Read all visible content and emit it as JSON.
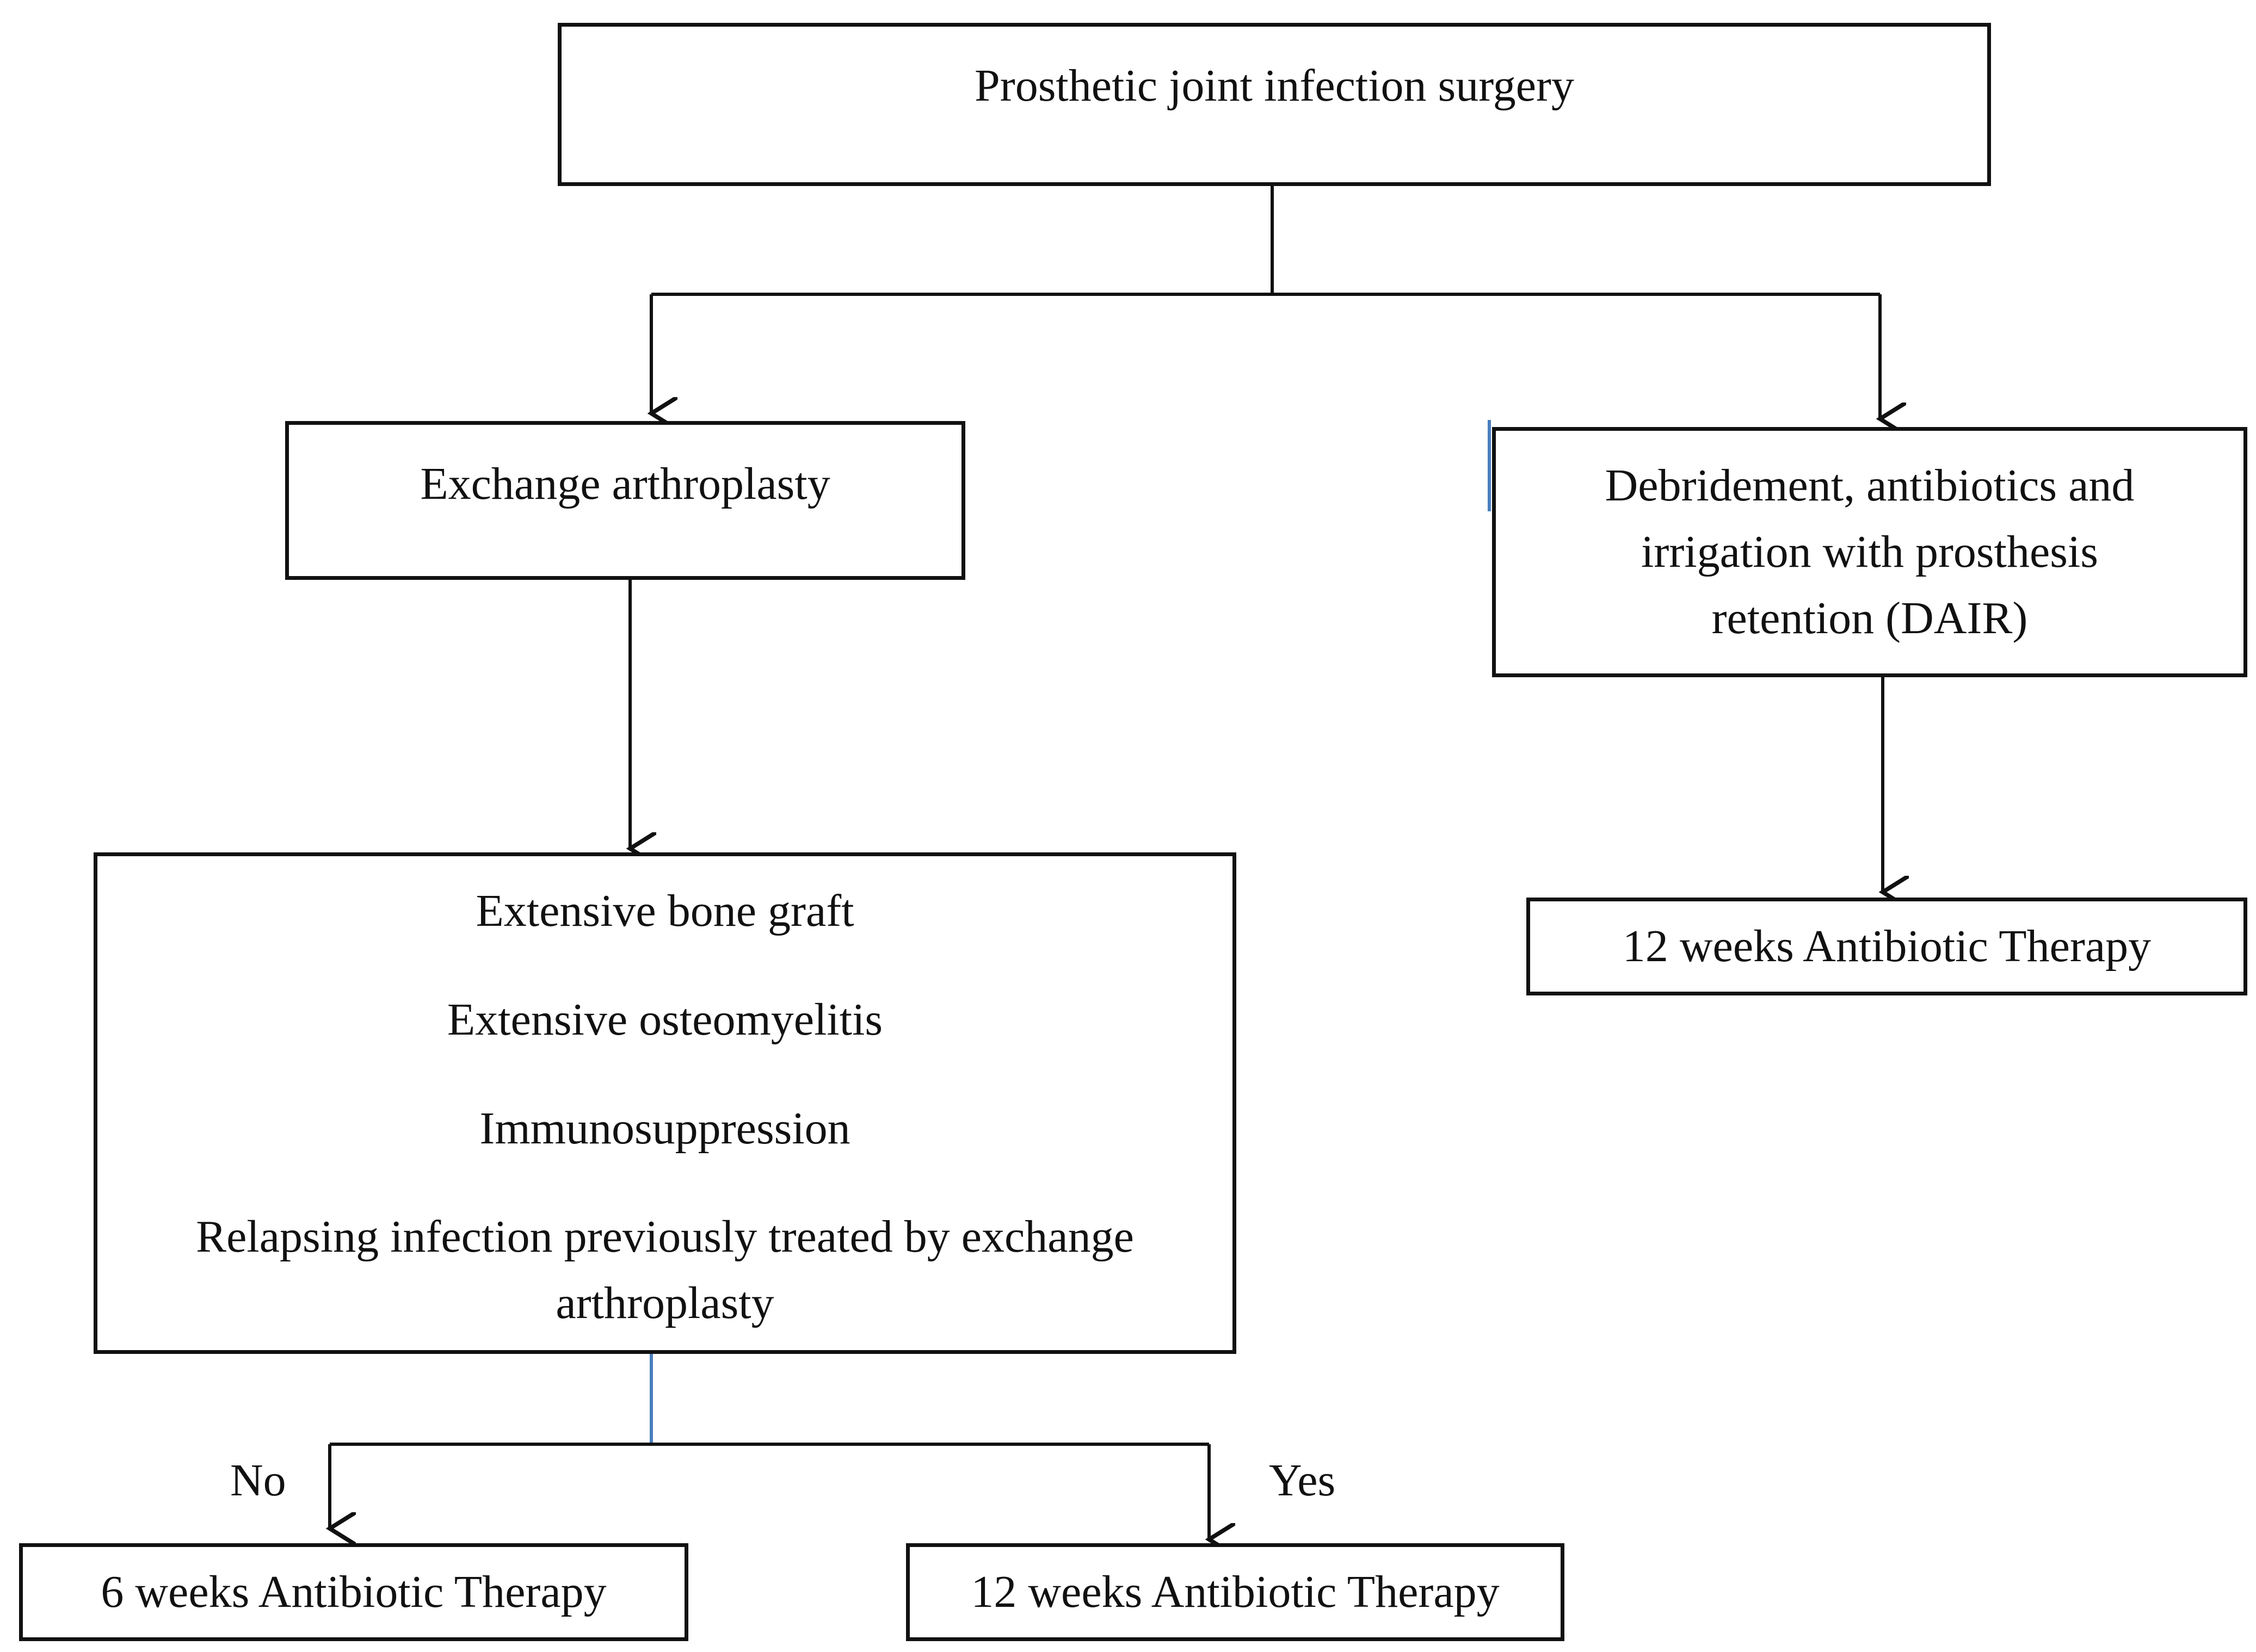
{
  "nodes": {
    "root": {
      "label": "Prosthetic joint infection surgery"
    },
    "exchange": {
      "label": "Exchange arthroplasty"
    },
    "dair": {
      "lines": [
        "Debridement, antibiotics and",
        "irrigation with prosthesis",
        "retention (DAIR)"
      ]
    },
    "criteria": {
      "items": [
        "Extensive bone graft",
        "Extensive osteomyelitis",
        "Immunosuppression",
        "Relapsing infection previously treated by exchange arthroplasty"
      ]
    },
    "dair_outcome": {
      "label": "12 weeks Antibiotic Therapy"
    },
    "no_outcome": {
      "label": "6 weeks Antibiotic Therapy"
    },
    "yes_outcome": {
      "label": "12 weeks Antibiotic Therapy"
    }
  },
  "edges": {
    "no_label": "No",
    "yes_label": "Yes"
  },
  "colors": {
    "stroke": "#111111",
    "accent_connector": "#4a7fbf"
  }
}
